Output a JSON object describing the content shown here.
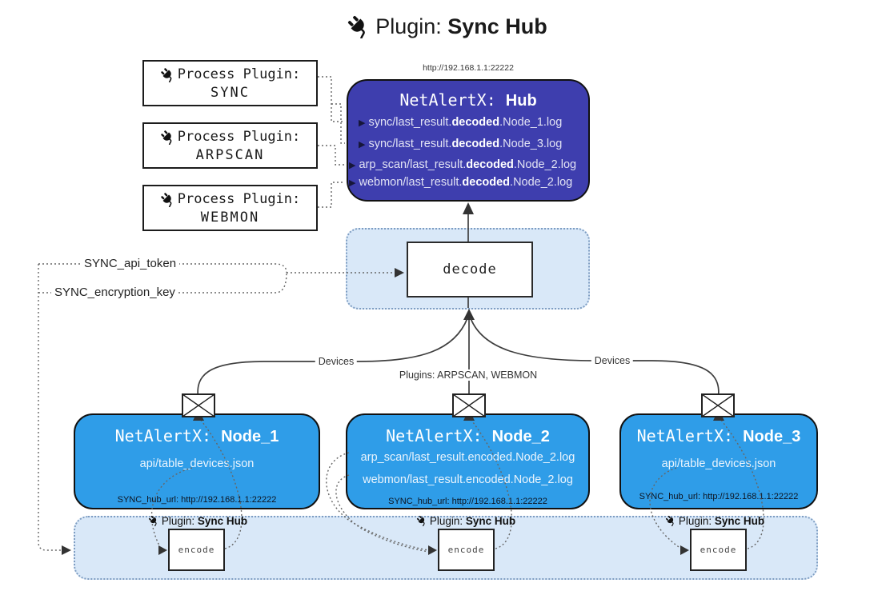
{
  "title": {
    "prefix": "Plugin: ",
    "name": "Sync Hub"
  },
  "icons": {
    "plug": "plug-icon",
    "envelope": "envelope-icon"
  },
  "colors": {
    "hub_fill": "#3e3eae",
    "node_fill": "#2f9de8",
    "panel_fill": "#d9e8f8",
    "panel_border": "#7e9dc2",
    "box_border": "#1c1c1c",
    "text_light": "#e2e3f4"
  },
  "process_plugins": [
    {
      "label": "Process Plugin:",
      "name": "SYNC"
    },
    {
      "label": "Process Plugin:",
      "name": "ARPSCAN"
    },
    {
      "label": "Process Plugin:",
      "name": "WEBMON"
    }
  ],
  "hub": {
    "url": "http://192.168.1.1:22222",
    "title_prefix": "NetAlertX: ",
    "title_name": "Hub",
    "logs": [
      {
        "marker": "▶",
        "pre": "sync/last_result.",
        "bold": "decoded",
        "post": ".Node_1.log"
      },
      {
        "marker": "▶",
        "pre": "sync/last_result.",
        "bold": "decoded",
        "post": ".Node_3.log"
      },
      {
        "marker": "▶",
        "pre": "arp_scan/last_result.",
        "bold": "decoded",
        "post": ".Node_2.log"
      },
      {
        "marker": "▶",
        "pre": "webmon/last_result.",
        "bold": "decoded",
        "post": ".Node_2.log"
      }
    ]
  },
  "decode": {
    "label": "decode"
  },
  "secrets": {
    "api_token": "SYNC_api_token",
    "encryption_key": "SYNC_encryption_key"
  },
  "edges": {
    "devices_left": "Devices",
    "devices_right": "Devices",
    "plugins_mid": "Plugins: ARPSCAN, WEBMON"
  },
  "nodes": [
    {
      "title_prefix": "NetAlertX: ",
      "title_name": "Node_1",
      "line1": "api/table_devices.json",
      "line2": "",
      "hub_url": "SYNC_hub_url: http://192.168.1.1:22222"
    },
    {
      "title_prefix": "NetAlertX: ",
      "title_name": "Node_2",
      "line1": "arp_scan/last_result.encoded.Node_2.log",
      "line2": "webmon/last_result.encoded.Node_2.log",
      "hub_url": "SYNC_hub_url: http://192.168.1.1:22222"
    },
    {
      "title_prefix": "NetAlertX: ",
      "title_name": "Node_3",
      "line1": "api/table_devices.json",
      "line2": "",
      "hub_url": "SYNC_hub_url: http://192.168.1.1:22222"
    }
  ],
  "encoders": [
    {
      "label": "encode",
      "plugin_prefix": "Plugin: ",
      "plugin_name": "Sync Hub"
    },
    {
      "label": "encode",
      "plugin_prefix": "Plugin: ",
      "plugin_name": "Sync Hub"
    },
    {
      "label": "encode",
      "plugin_prefix": "Plugin: ",
      "plugin_name": "Sync Hub"
    }
  ]
}
